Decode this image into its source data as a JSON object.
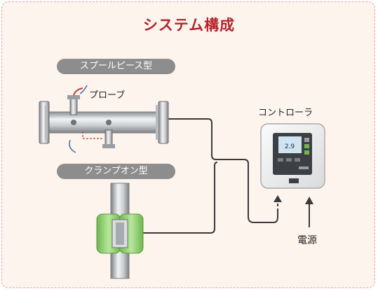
{
  "title": "システム構成",
  "labels": {
    "spool_type": "スプールピース型",
    "probe": "プローブ",
    "clamp_type": "クランプオン型",
    "controller": "コントローラ",
    "power": "電源"
  },
  "controller_display": {
    "reading": "2.9"
  },
  "colors": {
    "title": "#b2242c",
    "panel_background": "#fdf4ee",
    "panel_border": "#e9a2a2",
    "pill": "#8d8d8d",
    "cable": "#3a3a3a",
    "clamp_green": "#9bd57f"
  }
}
